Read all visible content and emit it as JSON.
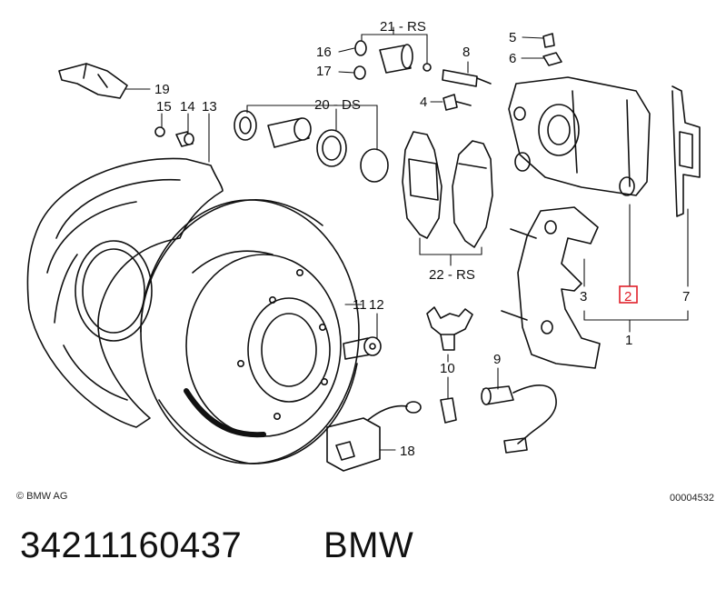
{
  "callouts": {
    "c1": "1",
    "c2": "2",
    "c3": "3",
    "c4": "4",
    "c5": "5",
    "c6": "6",
    "c7": "7",
    "c8": "8",
    "c9": "9",
    "c10": "10",
    "c11": "11",
    "c12": "12",
    "c13": "13",
    "c14": "14",
    "c15": "15",
    "c16": "16",
    "c17": "17",
    "c18": "18",
    "c19": "19",
    "c20": "20 - DS",
    "c21": "21 - RS",
    "c22": "22 - RS"
  },
  "highlighted_callout": "2",
  "highlight_color": "#e0202a",
  "copyright": "© BMW AG",
  "reference_number": "00004532",
  "part_number": "34211160437",
  "brand": "BMW"
}
